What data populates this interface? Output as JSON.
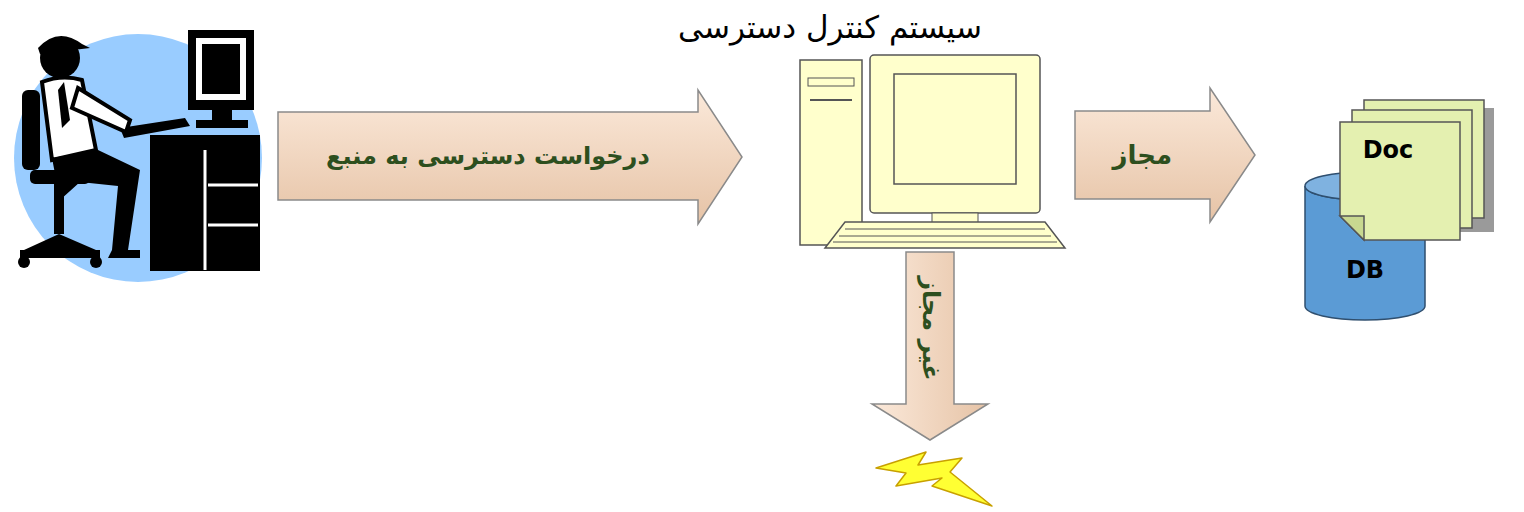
{
  "diagram": {
    "nodes": [
      {
        "text": [
          "سیستم کنترل دسترسی"
        ]
      },
      {
        "text": [
          "Doc"
        ]
      },
      {
        "text": [
          "DB"
        ]
      }
    ],
    "edges": [
      {
        "from": 0,
        "to": 2,
        "label": "مجاز",
        "arrow": "to"
      }
    ],
    "labels": [
      "درخواست دسترسی به منبع",
      "غیر مجاز"
    ]
  }
}
